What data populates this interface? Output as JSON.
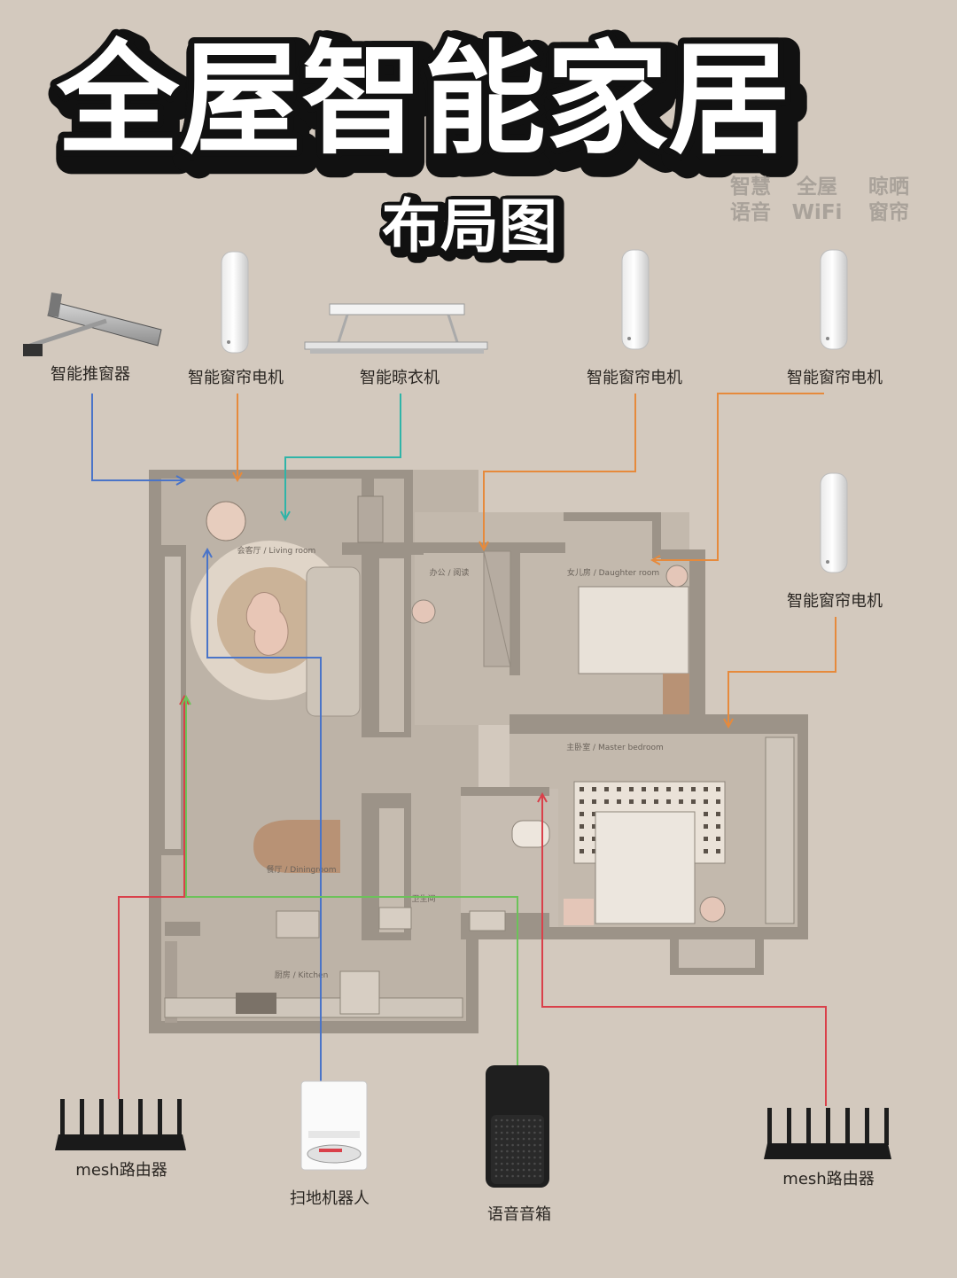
{
  "title": "全屋智能家居",
  "subtitle": "布局图",
  "tags": [
    {
      "line1": "智慧",
      "line2": "语音"
    },
    {
      "line1": "全屋",
      "line2": "WiFi"
    },
    {
      "line1": "晾晒",
      "line2": "窗帘"
    }
  ],
  "devices": {
    "window_pusher": "智能推窗器",
    "curtain_motor_1": "智能窗帘电机",
    "clothes_rack": "智能晾衣机",
    "curtain_motor_2": "智能窗帘电机",
    "curtain_motor_3": "智能窗帘电机",
    "curtain_motor_4": "智能窗帘电机",
    "mesh_router_left": "mesh路由器",
    "robot_vacuum": "扫地机器人",
    "smart_speaker": "语音音箱",
    "mesh_router_right": "mesh路由器"
  },
  "rooms": {
    "living": "会客厅 / Living room",
    "office": "办公 / 阅读",
    "daughter": "女儿房 / Daughter room",
    "master": "主卧室 / Master bedroom",
    "dining": "餐厅 / Diningroom",
    "bath": "卫生间",
    "kitchen": "厨房 / Kitchen"
  },
  "colors": {
    "background": "#d3c9be",
    "blue": "#4a74c8",
    "orange": "#e68a3c",
    "teal": "#2fb4a8",
    "green": "#6cc25a",
    "red": "#d9404a"
  }
}
